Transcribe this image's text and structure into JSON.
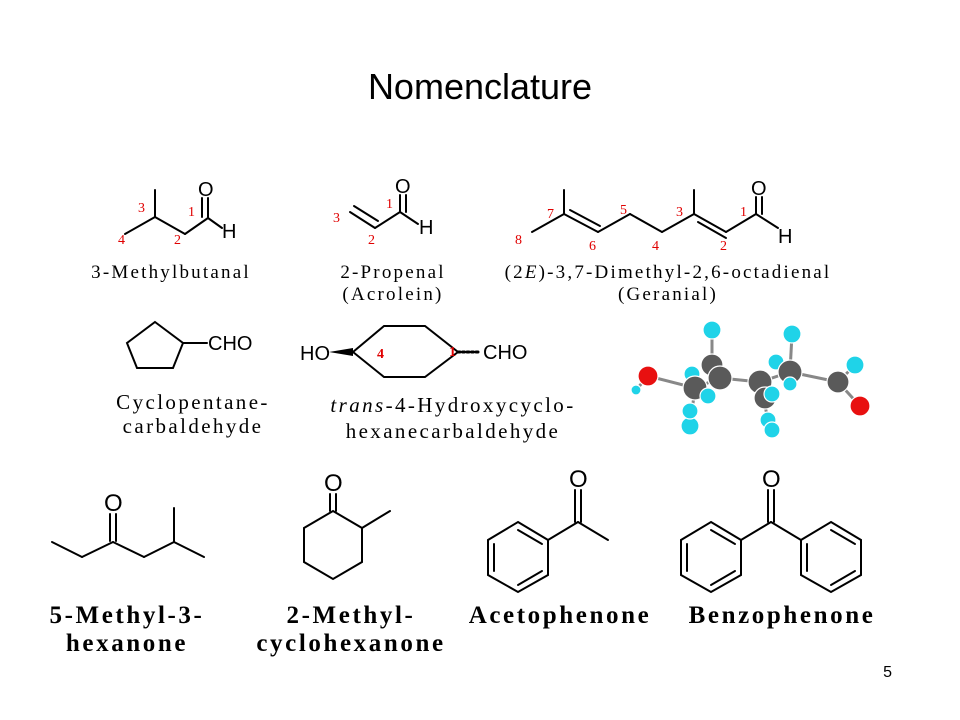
{
  "slide": {
    "title": "Nomenclature",
    "page_number": "5"
  },
  "atoms": {
    "oxygen": "O",
    "hydrogen": "H",
    "aldehyde_group": "CHO",
    "hydroxyl": "HO"
  },
  "colors": {
    "locant_red": "#e00000",
    "model_carbon": "#5a5a5a",
    "model_hydrogen": "#1fd3e8",
    "model_oxygen": "#e81010"
  },
  "compounds": {
    "methylbutanal": {
      "name": "3-Methylbutanal",
      "locants": [
        "1",
        "2",
        "3",
        "4"
      ]
    },
    "propenal": {
      "name": "2-Propenal",
      "common": "(Acrolein)",
      "locants": [
        "1",
        "2",
        "3"
      ]
    },
    "geranial": {
      "name_prefix": "(2",
      "name_e": "E",
      "name_suffix": ")-3,7-Dimethyl-2,6-octadienal",
      "common": "(Geranial)",
      "locants": [
        "1",
        "2",
        "3",
        "4",
        "5",
        "6",
        "7",
        "8"
      ]
    },
    "cyclopentane": {
      "name_line1": "Cyclopentane-",
      "name_line2": "carbaldehyde"
    },
    "hydroxycyclo": {
      "name_trans": "trans",
      "name_line1_rest": "-4-Hydroxycyclo-",
      "name_line2": "hexanecarbaldehyde",
      "locants": [
        "4",
        "1"
      ]
    },
    "methylhexanone": {
      "name_line1": "5-Methyl-3-",
      "name_line2": "hexanone"
    },
    "methylcyclohexanone": {
      "name_line1": "2-Methyl-",
      "name_line2": "cyclohexanone"
    },
    "acetophenone": {
      "name": "Acetophenone"
    },
    "benzophenone": {
      "name": "Benzophenone"
    }
  }
}
